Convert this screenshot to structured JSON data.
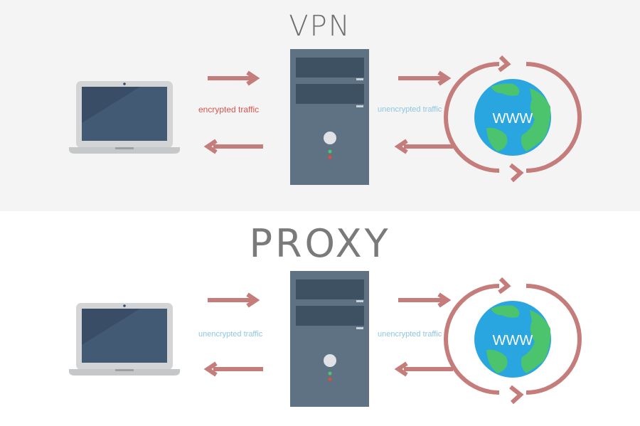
{
  "diagrams": [
    {
      "id": "vpn",
      "title": "VPN",
      "left_link_label": "encrypted traffic",
      "left_link_color": "#d9544f",
      "right_link_label": "unencrypted traffic",
      "right_link_color": "#8fc6e3"
    },
    {
      "id": "proxy",
      "title": "PROXY",
      "left_link_label": "unencrypted traffic",
      "left_link_color": "#8fc6e3",
      "right_link_label": "unencrypted traffic",
      "right_link_color": "#8fc6e3"
    }
  ],
  "globe_label": "WWW",
  "icons": [
    "laptop-icon",
    "server-icon",
    "globe-icon",
    "arrow-right-icon",
    "arrow-left-icon",
    "cycle-arrows-icon"
  ],
  "colors": {
    "arrow": "#c47d7b",
    "laptop_body": "#d3d4d5",
    "laptop_screen": "#394e66",
    "server": "#5f7283",
    "server_bay": "#3e5163",
    "ocean": "#29a6e0",
    "land": "#4cc46d"
  }
}
